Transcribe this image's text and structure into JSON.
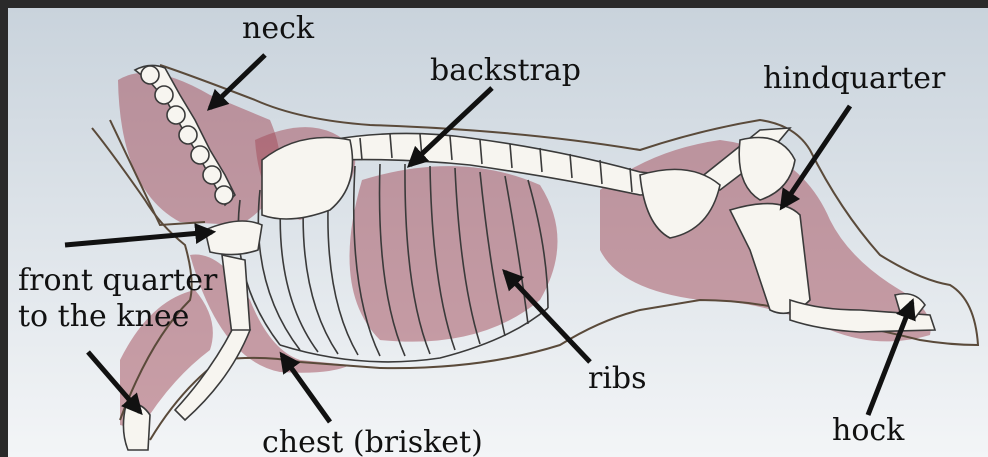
{
  "diagram": {
    "labels": {
      "neck": "neck",
      "backstrap": "backstrap",
      "hindquarter": "hindquarter",
      "front_quarter_line1": "front quarter",
      "front_quarter_line2": "to the knee",
      "ribs": "ribs",
      "chest": "chest (brisket)",
      "hock": "hock"
    },
    "colors": {
      "background_top": "#cfd8e0",
      "background_bottom": "#f4f6f8",
      "frame": "#2a2a2a",
      "meat_highlight": "#a24a58",
      "arrow": "#111111"
    }
  }
}
